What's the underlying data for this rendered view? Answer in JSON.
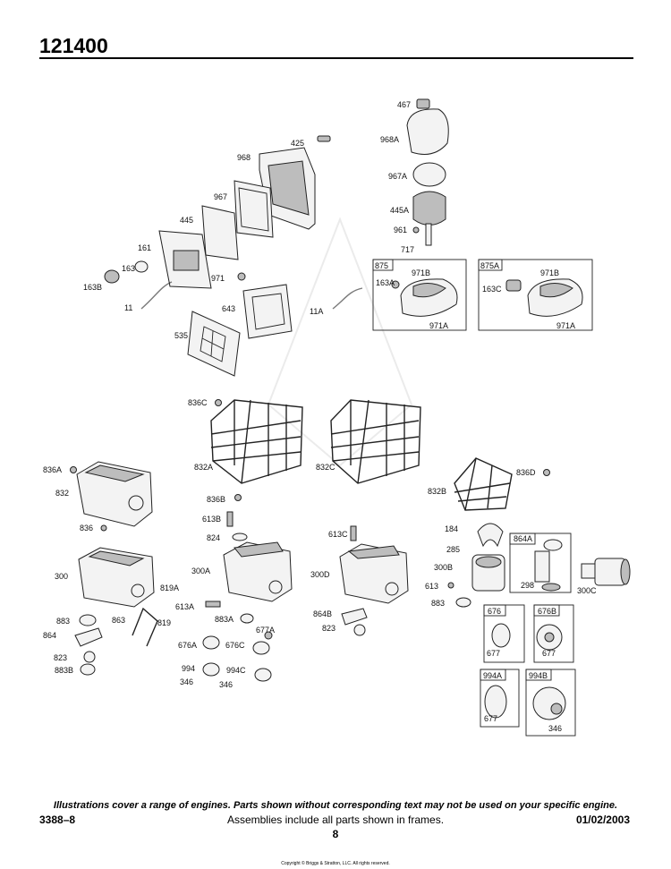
{
  "header": {
    "title": "121400"
  },
  "labels": {
    "l425": "425",
    "l467": "467",
    "l968a": "968A",
    "l968": "968",
    "l967a": "967A",
    "l967": "967",
    "l445a": "445A",
    "l445": "445",
    "l961": "961",
    "l717": "717",
    "l161": "161",
    "l163": "163",
    "l163b": "163B",
    "l971": "971",
    "l11": "11",
    "l643": "643",
    "l535": "535",
    "l11a": "11A",
    "l875": "875",
    "l875a": "875A",
    "l971b_1": "971B",
    "l971b_2": "971B",
    "l163a": "163A",
    "l163c": "163C",
    "l971a_1": "971A",
    "l971a_2": "971A",
    "l836c": "836C",
    "l832a": "832A",
    "l832c": "832C",
    "l836a": "836A",
    "l832": "832",
    "l836d": "836D",
    "l832b": "832B",
    "l836b": "836B",
    "l836": "836",
    "l613b": "613B",
    "l824": "824",
    "l613c": "613C",
    "l184": "184",
    "l285": "285",
    "l864a": "864A",
    "l300": "300",
    "l300a": "300A",
    "l300d": "300D",
    "l300b": "300B",
    "l298": "298",
    "l300c": "300C",
    "l613": "613",
    "l883_r": "883",
    "l819a": "819A",
    "l613a": "613A",
    "l883a": "883A",
    "l864b": "864B",
    "l883": "883",
    "l863": "863",
    "l819": "819",
    "l677a": "677A",
    "l823_r": "823",
    "l864": "864",
    "l676a": "676A",
    "l676c": "676C",
    "l823": "823",
    "l883b": "883B",
    "l994": "994",
    "l994c": "994C",
    "l346_1": "346",
    "l346_2": "346",
    "l676": "676",
    "l676b": "676B",
    "l677_1": "677",
    "l677_2": "677",
    "l994a": "994A",
    "l994b": "994B",
    "l677_3": "677",
    "l346_3": "346"
  },
  "footer": {
    "disclaimer": "Illustrations cover a range of engines. Parts shown without corresponding text may not be used on your specific engine.",
    "doc_number": "3388–8",
    "assemblies_note": "Assemblies include all parts shown in frames.",
    "date": "01/02/2003",
    "page_number": "8",
    "copyright": "Copyright © Briggs & Stratton, LLC. All rights reserved."
  }
}
